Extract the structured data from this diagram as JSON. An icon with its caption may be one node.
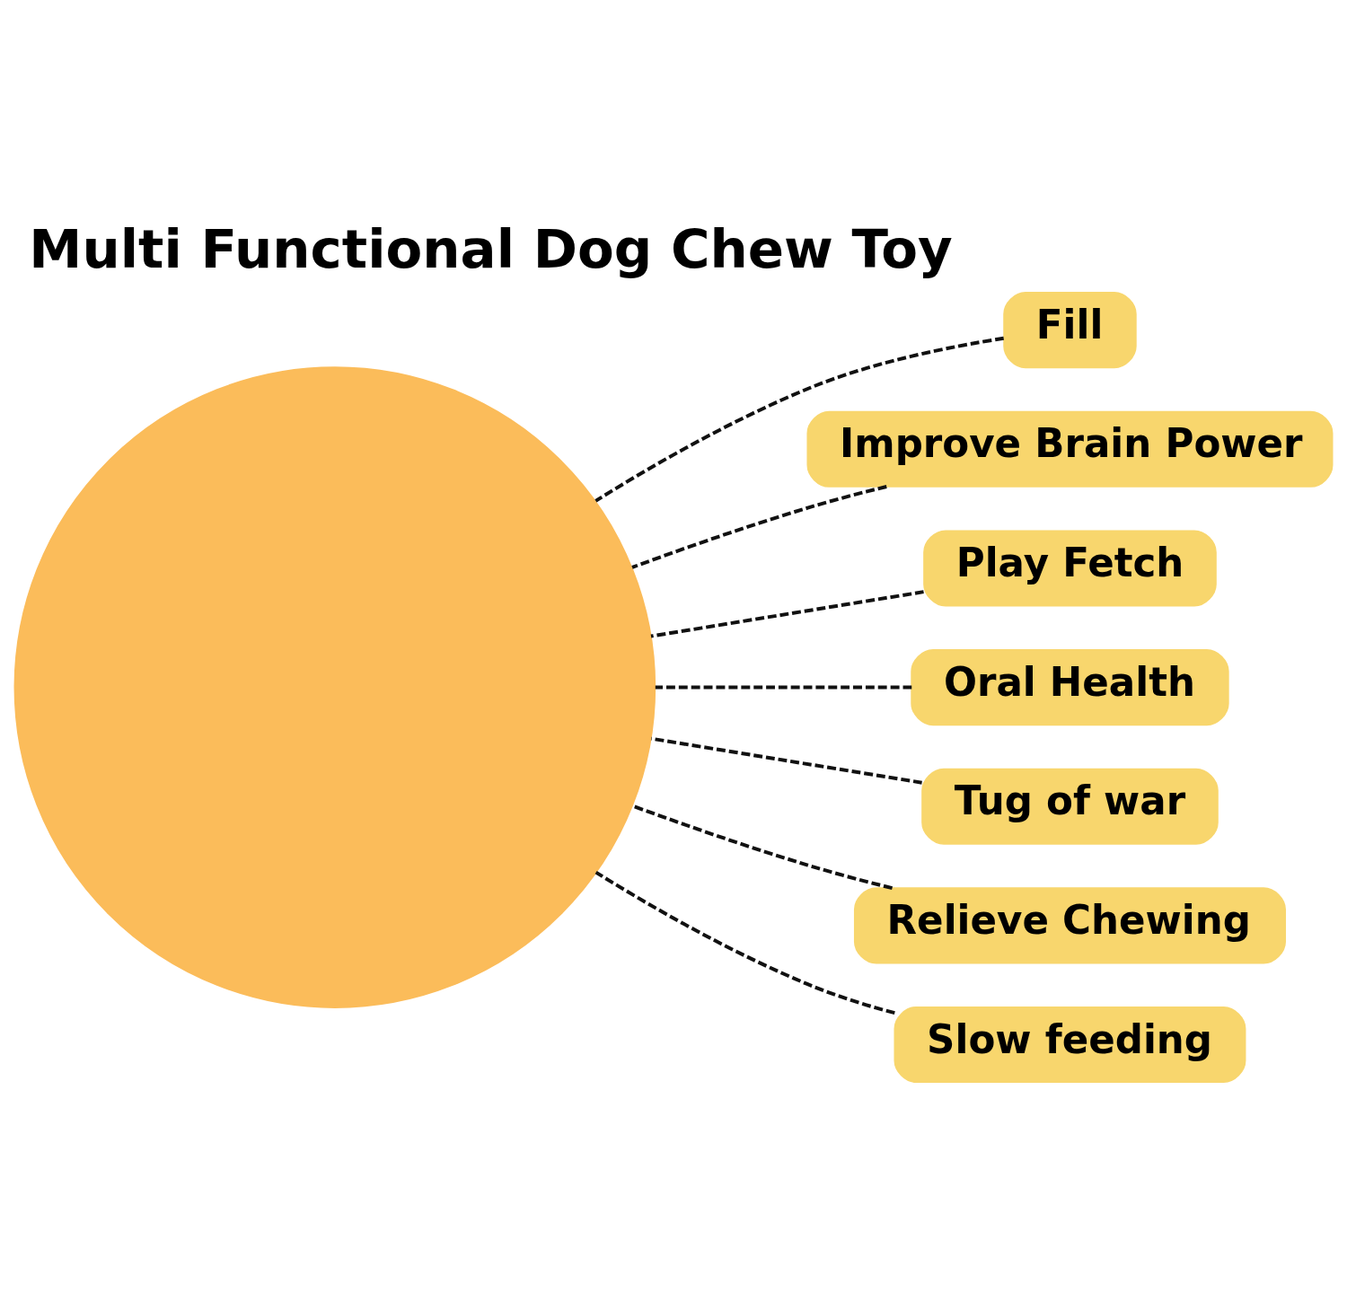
{
  "diagram": {
    "title": "Multi Functional Dog Chew Toy",
    "nodes": [
      {
        "text": [],
        "shape": "circle"
      },
      {
        "text": [
          "Fill"
        ]
      },
      {
        "text": [
          "Improve Brain Power"
        ]
      },
      {
        "text": [
          "Play Fetch"
        ]
      },
      {
        "text": [
          "Oral Health"
        ]
      },
      {
        "text": [
          "Tug of war"
        ]
      },
      {
        "text": [
          "Relieve Chewing"
        ]
      },
      {
        "text": [
          "Slow feeding"
        ]
      }
    ],
    "edges": [
      {
        "from": 1,
        "to": 0,
        "arrow": "none",
        "style": "dashed"
      },
      {
        "from": 2,
        "to": 0,
        "arrow": "none",
        "style": "dashed"
      },
      {
        "from": 3,
        "to": 0,
        "arrow": "none",
        "style": "dashed"
      },
      {
        "from": 4,
        "to": 0,
        "arrow": "none",
        "style": "dashed"
      },
      {
        "from": 5,
        "to": 0,
        "arrow": "none",
        "style": "dashed"
      },
      {
        "from": 6,
        "to": 0,
        "arrow": "none",
        "style": "dashed"
      },
      {
        "from": 7,
        "to": 0,
        "arrow": "none",
        "style": "dashed"
      }
    ]
  }
}
